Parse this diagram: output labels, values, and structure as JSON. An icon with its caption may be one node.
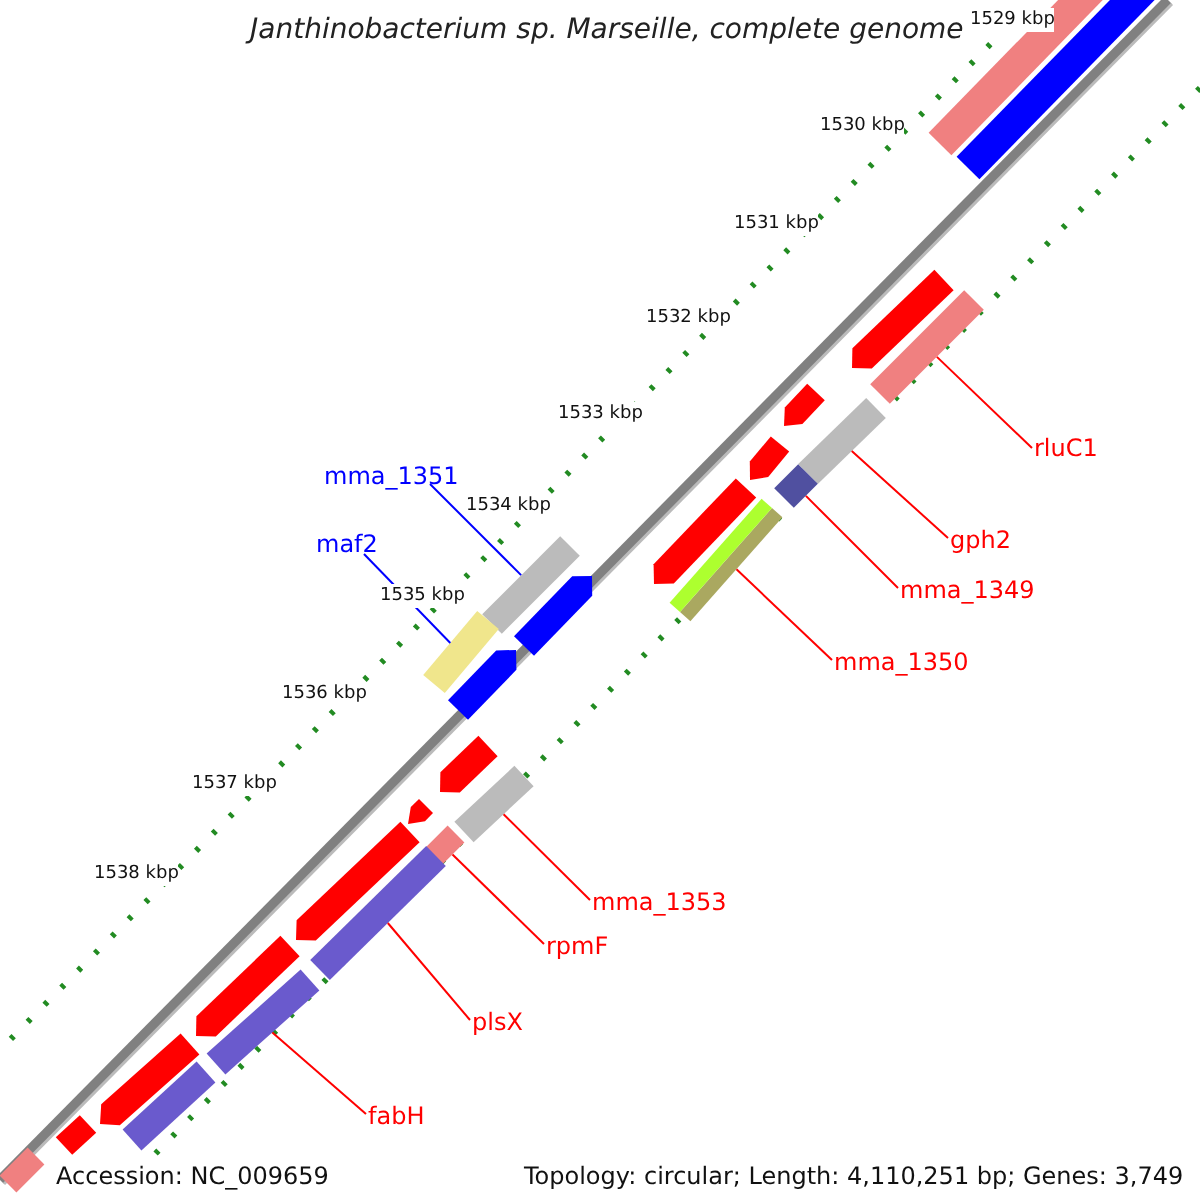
{
  "diagram": {
    "title": "Janthinobacterium sp. Marseille, complete genome",
    "nodes": [
      {
        "text": [
          "mma_1351"
        ]
      },
      {
        "text": [
          "maf2"
        ]
      },
      {
        "text": [
          "rluC1"
        ]
      },
      {
        "text": [
          "gph2"
        ]
      },
      {
        "text": [
          "mma_1349"
        ]
      },
      {
        "text": [
          "mma_1350"
        ]
      },
      {
        "text": [
          "mma_1353"
        ]
      },
      {
        "text": [
          "rpmF"
        ]
      },
      {
        "text": [
          "plsX"
        ]
      },
      {
        "text": [
          "fabH"
        ]
      },
      {
        "text": [],
        "shape": "bar"
      },
      {
        "text": [],
        "shape": "bar"
      },
      {
        "text": [],
        "shape": "bar"
      },
      {
        "text": [],
        "shape": "bar"
      },
      {
        "text": [],
        "shape": "bar"
      },
      {
        "text": [],
        "shape": "bar"
      },
      {
        "text": [],
        "shape": "bar"
      },
      {
        "text": [],
        "shape": "bar"
      },
      {
        "text": [],
        "shape": "bar"
      },
      {
        "text": [],
        "shape": "bar"
      },
      {
        "text": [],
        "shape": "bar"
      },
      {
        "text": [],
        "shape": "bar"
      },
      {
        "text": [],
        "shape": "pentagon"
      },
      {
        "text": [],
        "shape": "pentagon"
      },
      {
        "text": [],
        "shape": "pentagon"
      },
      {
        "text": [],
        "shape": "pentagon"
      },
      {
        "text": [],
        "shape": "pentagon"
      },
      {
        "text": [],
        "shape": "pentagon"
      },
      {
        "text": [],
        "shape": "pentagon"
      },
      {
        "text": [],
        "shape": "pentagon"
      },
      {
        "text": [],
        "shape": "pentagon"
      },
      {
        "text": [],
        "shape": "pentagon"
      },
      {
        "text": [],
        "shape": "pentagon"
      },
      {
        "text": [],
        "shape": "bar"
      },
      {
        "text": [],
        "shape": "bar"
      },
      {
        "text": [],
        "shape": "bar"
      }
    ],
    "edges": [
      {
        "from": 0,
        "to": 10,
        "arrow": "none",
        "color": "#0000ff"
      },
      {
        "from": 1,
        "to": 11,
        "arrow": "none",
        "color": "#0000ff"
      },
      {
        "from": 2,
        "to": 12,
        "arrow": "none"
      },
      {
        "from": 3,
        "to": 13,
        "arrow": "none"
      },
      {
        "from": 4,
        "to": 14,
        "arrow": "none"
      },
      {
        "from": 5,
        "to": 15,
        "arrow": "none"
      },
      {
        "from": 6,
        "to": 16,
        "arrow": "none"
      },
      {
        "from": 7,
        "to": 17,
        "arrow": "none"
      },
      {
        "from": 8,
        "to": 18,
        "arrow": "none"
      },
      {
        "from": 9,
        "to": 19,
        "arrow": "none"
      }
    ],
    "labels": [
      "1529 kbp",
      "1530 kbp",
      "1531 kbp",
      "1532 kbp",
      "1533 kbp",
      "1534 kbp",
      "1535 kbp",
      "1536 kbp",
      "1537 kbp",
      "1538 kbp",
      "Accession: NC_009659",
      "Topology: circular; Length: 4,110,251 bp; Genes: 3,749"
    ]
  }
}
